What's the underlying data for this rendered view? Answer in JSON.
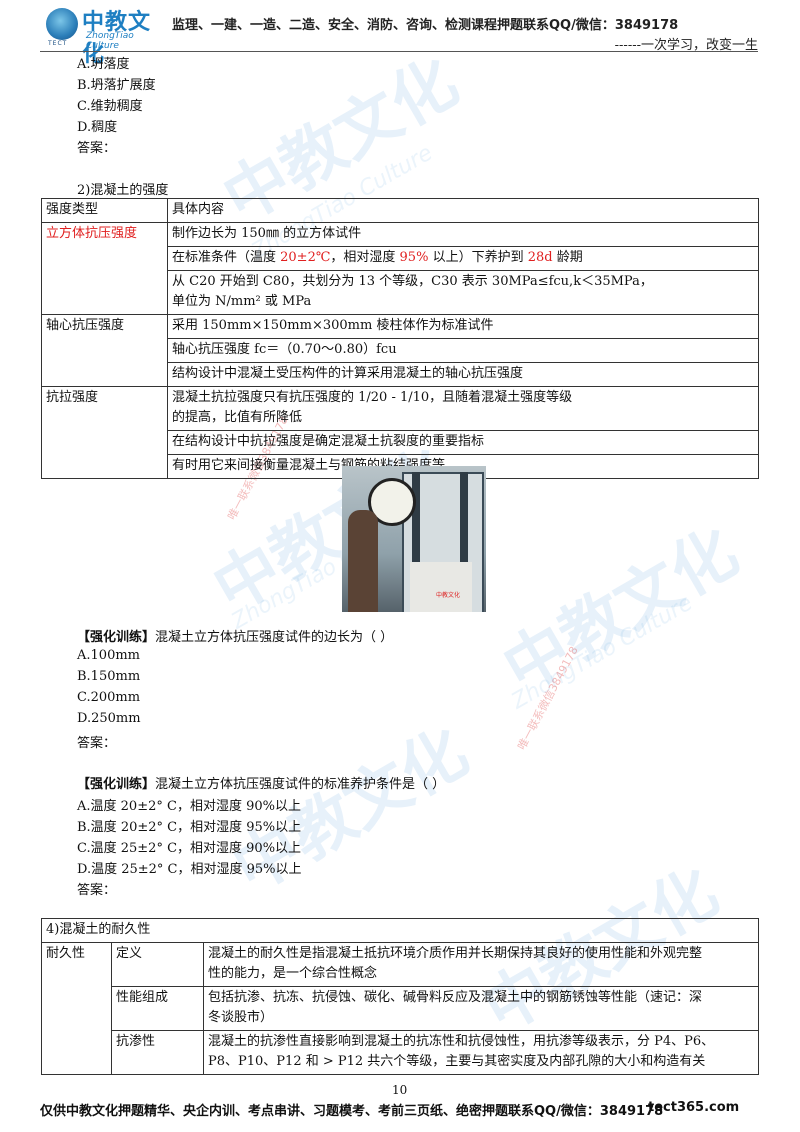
{
  "header": {
    "logo_cn": "中教文化",
    "logo_en": "ZhongTiao Culture",
    "logo_mark_label": "TECT",
    "ad": "监理、一建、一造、二造、安全、消防、咨询、检测课程押题联系QQ/微信：3849178",
    "motto": "------一次学习，改变一生"
  },
  "q0": {
    "options": [
      "A.坍落度",
      "B.坍落扩展度",
      "C.维勃稠度",
      "D.稠度"
    ],
    "answer": "答案："
  },
  "strength": {
    "title": "2)混凝土的强度",
    "head": [
      "强度类型",
      "具体内容"
    ],
    "cube": {
      "type": "立方体抗压强度",
      "r1": "制作边长为 150㎜ 的立方体试件",
      "r2_a": "在标准条件（温度 ",
      "r2_temp": "20±2℃",
      "r2_b": "，相对湿度 ",
      "r2_hum": "95%",
      "r2_c": " 以上）下养护到 ",
      "r2_days": "28d",
      "r2_d": " 龄期",
      "r3_line1": "从 C20 开始到 C80，共划分为 13 个等级，C30 表示 30MPa≤fcu,k＜35MPa，",
      "r3_line2": "单位为 N/mm² 或 MPa"
    },
    "axial": {
      "type": "轴心抗压强度",
      "r1": "采用 150mm×150mm×300mm 棱柱体作为标准试件",
      "r2": "轴心抗压强度 fc＝（0.70～0.80）fcu",
      "r3": "结构设计中混凝土受压构件的计算采用混凝土的轴心抗压强度"
    },
    "tensile": {
      "type": "抗拉强度",
      "r1_line1": "混凝土抗拉强度只有抗压强度的 1/20 - 1/10，且随着混凝土强度等级",
      "r1_line2": "的提高，比值有所降低",
      "r2": "在结构设计中抗拉强度是确定混凝土抗裂度的重要指标",
      "r3": "有时用它来间接衡量混凝土与钢筋的粘结强度等"
    }
  },
  "photo": {
    "tag": "中教文化"
  },
  "q1": {
    "stem_tag": "【强化训练】",
    "stem": "混凝土立方体抗压强度试件的边长为（  ）",
    "options": [
      "A.100mm",
      "B.150mm",
      "C.200mm",
      "D.250mm"
    ],
    "answer": "答案："
  },
  "q2": {
    "stem_tag": "【强化训练】",
    "stem": "混凝土立方体抗压强度试件的标准养护条件是（  ）",
    "options": [
      "A.温度 20±2° C，相对湿度 90%以上",
      "B.温度 20±2° C，相对湿度 95%以上",
      "C.温度 25±2°  C，相对湿度 90%以上",
      "D.温度 25±2° C，相对湿度 95%以上"
    ],
    "answer": "答案："
  },
  "durability": {
    "title": "4)混凝土的耐久性",
    "category": "耐久性",
    "rows": [
      {
        "label": "定义",
        "line1": "混凝土的耐久性是指混凝土抵抗环境介质作用并长期保持其良好的使用性能和外观完整",
        "line2": "性的能力，是一个综合性概念"
      },
      {
        "label": "性能组成",
        "line1": "包括抗渗、抗冻、抗侵蚀、碳化、碱骨料反应及混凝土中的钢筋锈蚀等性能（速记：深",
        "line2": "冬谈股市）"
      },
      {
        "label": "抗渗性",
        "line1": "混凝土的抗渗性直接影响到混凝土的抗冻性和抗侵蚀性，用抗渗等级表示，分 P4、P6、",
        "line2": "P8、P10、P12 和 > P12 共六个等级，主要与其密实度及内部孔隙的大小和构造有关"
      }
    ]
  },
  "watermark": {
    "cn": "中教文化",
    "en": "ZhongTiao Culture",
    "red1": "唯一联系微信3849178",
    "red2": "唯一联系微信3849178"
  },
  "page_number": "10",
  "footer": {
    "text": "仅供中教文化押题精华、央企内训、考点串讲、习题模考、考前三页纸、绝密押题联系QQ/微信：3849178",
    "url": "tect365.com"
  }
}
